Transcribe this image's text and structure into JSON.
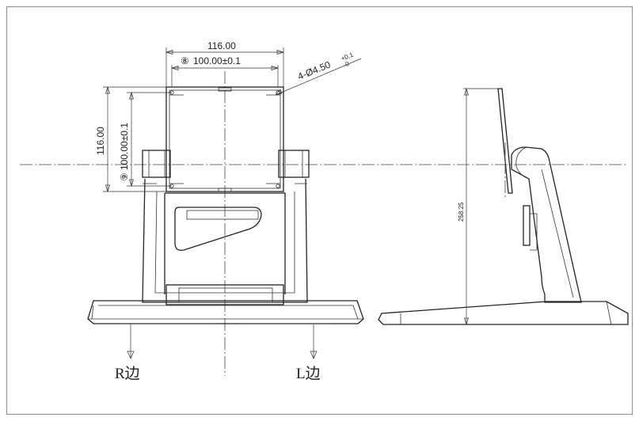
{
  "dimensions": {
    "top_width": "116.00",
    "hole_spacing_h": "100.00±0.1",
    "hole_spacing_h_marker": "⑧",
    "hole_callout": "4-Ø4.50",
    "hole_tolerance_upper": "+0.1",
    "hole_tolerance_lower": "-0",
    "left_height": "116.00",
    "hole_spacing_v": "100.00±0.1",
    "hole_spacing_v_marker": "⑨",
    "side_height": "258.25"
  },
  "labels": {
    "right_side": "R边",
    "left_side": "L边"
  }
}
